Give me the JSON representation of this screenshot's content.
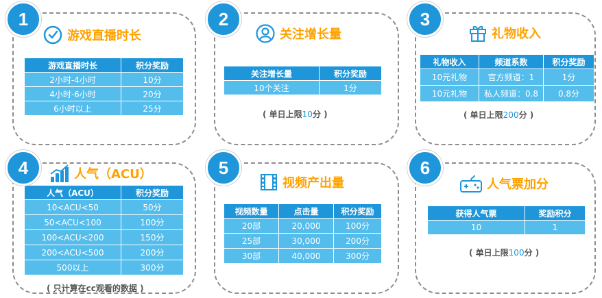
{
  "c1": {
    "num": "1",
    "title": "游戏直播时长",
    "headers": [
      "游戏直播时长",
      "积分奖励"
    ],
    "rows": [
      [
        "2小时-4小时",
        "10分"
      ],
      [
        "4小时-6小时",
        "20分"
      ],
      [
        "6小时以上",
        "25分"
      ]
    ]
  },
  "c2": {
    "num": "2",
    "title": "关注增长量",
    "headers": [
      "关注增长量",
      "积分奖励"
    ],
    "rows": [
      [
        "10个关注",
        "1分"
      ]
    ],
    "note_pre": "( 单日上限",
    "note_val": "10",
    "note_post": "分 )"
  },
  "c3": {
    "num": "3",
    "title": "礼物收入",
    "headers": [
      "礼物收入",
      "频道系数",
      "积分奖励"
    ],
    "rows": [
      [
        "10元礼物",
        "官方频道：1",
        "1分"
      ],
      [
        "10元礼物",
        "私人频道：0.8",
        "0.8分"
      ]
    ],
    "note_pre": "( 单日上限",
    "note_val": "200",
    "note_post": "分 )"
  },
  "c4": {
    "num": "4",
    "title": "人气（ACU）",
    "headers": [
      "人气（ACU）",
      "积分奖励"
    ],
    "rows": [
      [
        "10<ACU<50",
        "50分"
      ],
      [
        "50<ACU<100",
        "100分"
      ],
      [
        "100<ACU<200",
        "150分"
      ],
      [
        "200<ACU<500",
        "200分"
      ],
      [
        "500以上",
        "300分"
      ]
    ],
    "note": "( 只计算在cc观看的数据 )"
  },
  "c5": {
    "num": "5",
    "title": "视频产出量",
    "headers": [
      "视频数量",
      "点击量",
      "积分奖励"
    ],
    "rows": [
      [
        "20部",
        "20,000",
        "100分"
      ],
      [
        "25部",
        "30,000",
        "200分"
      ],
      [
        "30部",
        "40,000",
        "300分"
      ]
    ]
  },
  "c6": {
    "num": "6",
    "title": "人气票加分",
    "headers": [
      "获得人气票",
      "奖励积分"
    ],
    "rows": [
      [
        "10",
        "1"
      ]
    ],
    "note_pre": "( 单日上限",
    "note_val": "100",
    "note_post": "分 )"
  },
  "icons": [
    "clock-icon",
    "user-icon",
    "gift-icon",
    "bar-chart-icon",
    "film-icon",
    "gamepad-icon"
  ],
  "colors": {
    "accent_blue": "#1e96d9",
    "cell_blue": "#54bdec",
    "title_orange": "#ffa200",
    "note_blue": "#1e96d9"
  }
}
